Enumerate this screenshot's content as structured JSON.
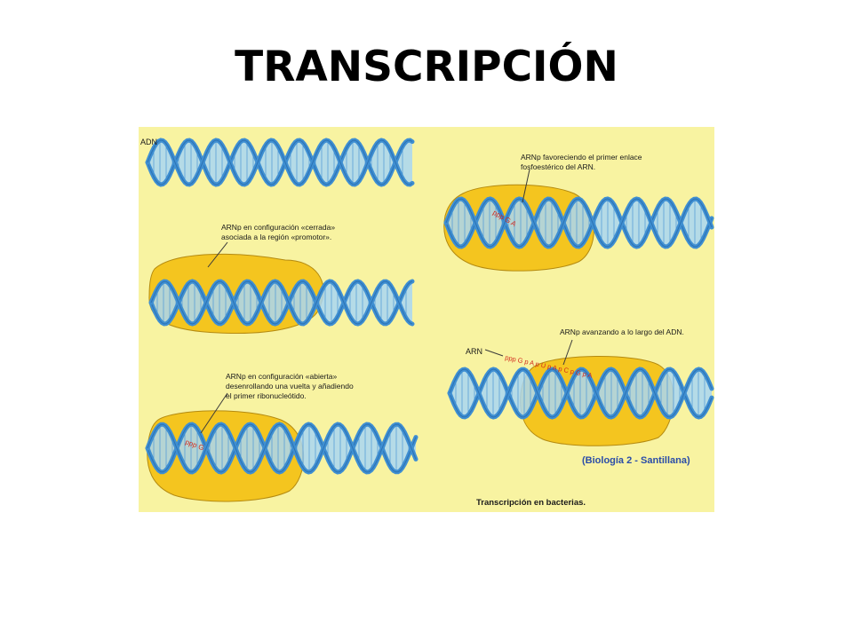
{
  "title": "TRANSCRIPCIÓN",
  "colors": {
    "panel_background": "#f8f3a1",
    "polymerase": "#f4c51f",
    "polymerase_edge": "#b48a10",
    "dna_strand": "#3f8fd2",
    "dna_light": "#a9d6f3",
    "rna_text": "#d22a1e"
  },
  "figure": {
    "adn_label": "ADN",
    "step1": "ARNp en configuración «cerrada» asociada a la región «promotor».",
    "step2": "ARNp en configuración «abierta» desenrollando una vuelta y añadiendo el primer ribonucleótido.",
    "step3": "ARNp favoreciendo el primer enlace fosfoestérico del ARN.",
    "step4": "ARNp avanzando a lo largo del ADN.",
    "arn_label": "ARN",
    "rna_short": "ppp G",
    "rna_mid": "ppp G A",
    "rna_long": "ppp G p A p U p A p C p G p A",
    "source": "(Biología 2 - Santillana)",
    "caption": "Transcripción en bacterias."
  }
}
